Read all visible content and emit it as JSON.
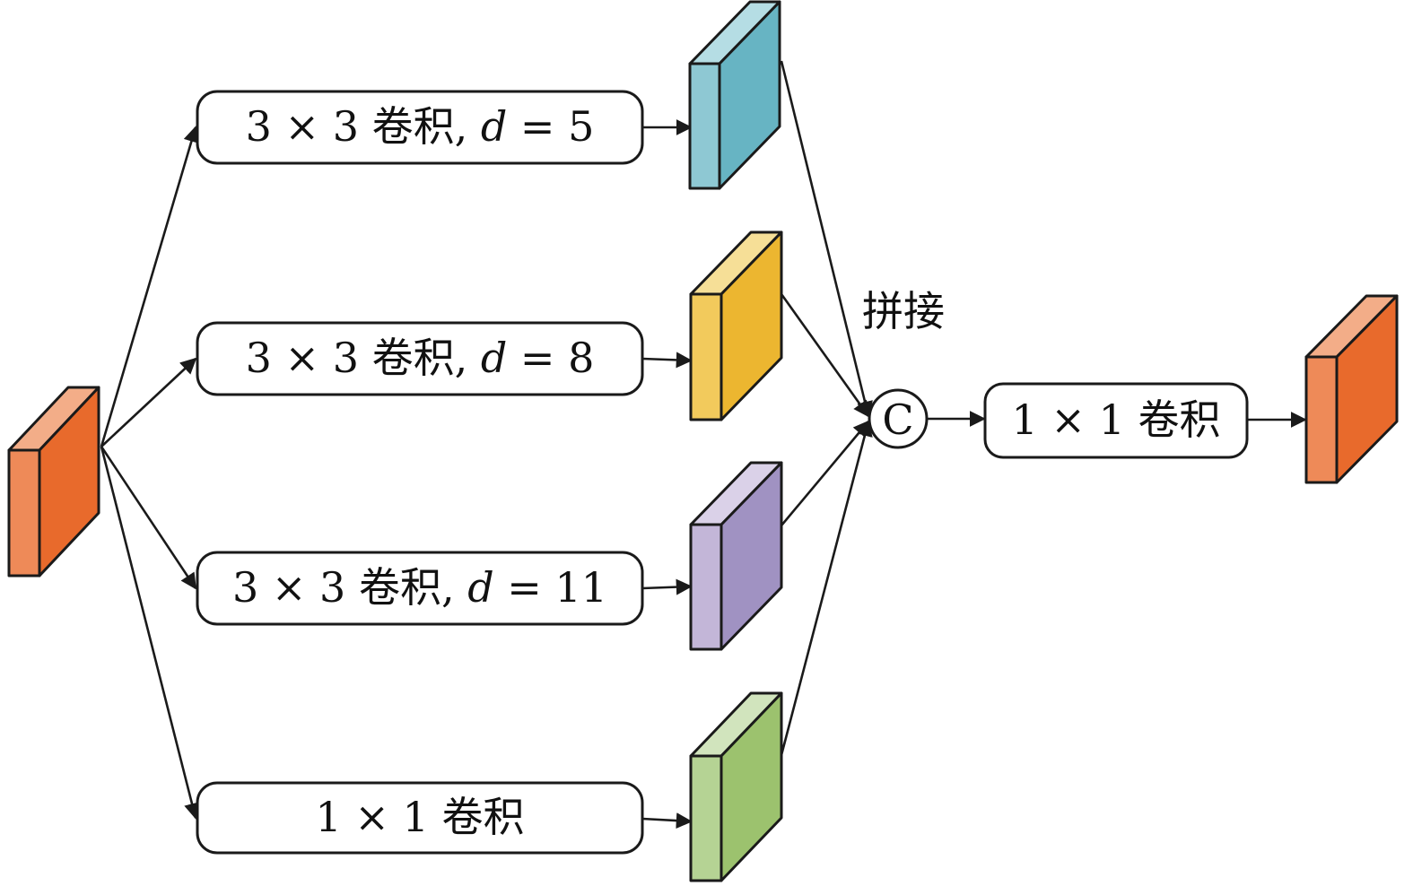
{
  "diagram": {
    "input_block": {
      "front": "#ee8a58",
      "side": "#e86a2c",
      "top": "#f3ad88"
    },
    "branches": [
      {
        "op": "3 × 3 卷积, ",
        "dilation_var": "d",
        "dilation_eq": " = ",
        "dilation_val": "5",
        "block": {
          "front": "#8ec8d3",
          "side": "#67b4c3",
          "top": "#b5dde4"
        }
      },
      {
        "op": "3 × 3 卷积, ",
        "dilation_var": "d",
        "dilation_eq": " = ",
        "dilation_val": "8",
        "block": {
          "front": "#f2ca5c",
          "side": "#ecb630",
          "top": "#f6df97"
        }
      },
      {
        "op": "3 × 3 卷积, ",
        "dilation_var": "d",
        "dilation_eq": " = ",
        "dilation_val": "11",
        "block": {
          "front": "#c3b6d8",
          "side": "#a092c2",
          "top": "#dad1e8"
        }
      },
      {
        "op": "1 × 1 卷积",
        "dilation_var": "",
        "dilation_eq": "",
        "dilation_val": "",
        "block": {
          "front": "#b5d394",
          "side": "#9cc26e",
          "top": "#d1e4bd"
        }
      }
    ],
    "concat_label": "拼接",
    "concat_symbol": "C",
    "fuse_op": "1 × 1 卷积",
    "output_block": {
      "front": "#ee8a58",
      "side": "#e86a2c",
      "top": "#f3ad88"
    }
  }
}
